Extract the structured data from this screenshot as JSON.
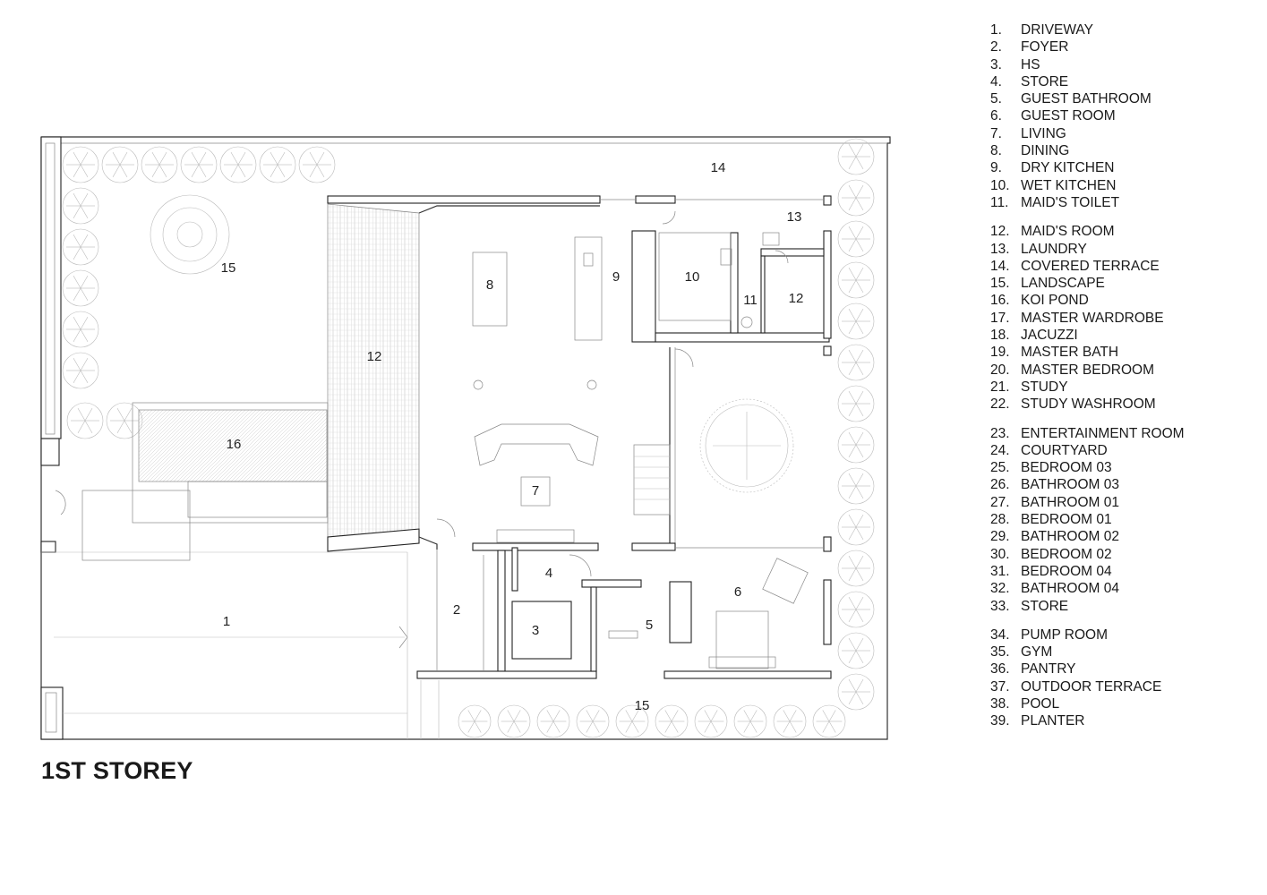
{
  "title": "1ST STOREY",
  "plan_labels": [
    "1",
    "2",
    "3",
    "4",
    "5",
    "6",
    "7",
    "8",
    "9",
    "10",
    "11",
    "12",
    "12",
    "13",
    "14",
    "15",
    "15",
    "16"
  ],
  "legend": [
    [
      {
        "num": "1.",
        "name": "DRIVEWAY"
      },
      {
        "num": "2.",
        "name": "FOYER"
      },
      {
        "num": "3.",
        "name": "HS"
      },
      {
        "num": "4.",
        "name": "STORE"
      },
      {
        "num": "5.",
        "name": "GUEST BATHROOM"
      },
      {
        "num": "6.",
        "name": "GUEST ROOM"
      },
      {
        "num": "7.",
        "name": "LIVING"
      },
      {
        "num": "8.",
        "name": "DINING"
      },
      {
        "num": "9.",
        "name": "DRY KITCHEN"
      },
      {
        "num": "10.",
        "name": "WET KITCHEN"
      },
      {
        "num": "11.",
        "name": "MAID'S TOILET"
      }
    ],
    [
      {
        "num": "12.",
        "name": "MAID'S ROOM"
      },
      {
        "num": "13.",
        "name": "LAUNDRY"
      },
      {
        "num": "14.",
        "name": "COVERED TERRACE"
      },
      {
        "num": "15.",
        "name": "LANDSCAPE"
      },
      {
        "num": "16.",
        "name": "KOI POND"
      },
      {
        "num": "17.",
        "name": "MASTER WARDROBE"
      },
      {
        "num": "18.",
        "name": "JACUZZI"
      },
      {
        "num": "19.",
        "name": "MASTER BATH"
      },
      {
        "num": "20.",
        "name": "MASTER BEDROOM"
      },
      {
        "num": "21.",
        "name": "STUDY"
      },
      {
        "num": "22.",
        "name": "STUDY WASHROOM"
      }
    ],
    [
      {
        "num": "23.",
        "name": "ENTERTAINMENT ROOM"
      },
      {
        "num": "24.",
        "name": "COURTYARD"
      },
      {
        "num": "25.",
        "name": "BEDROOM 03"
      },
      {
        "num": "26.",
        "name": "BATHROOM 03"
      },
      {
        "num": "27.",
        "name": "BATHROOM 01"
      },
      {
        "num": "28.",
        "name": "BEDROOM 01"
      },
      {
        "num": "29.",
        "name": "BATHROOM 02"
      },
      {
        "num": "30.",
        "name": "BEDROOM 02"
      },
      {
        "num": "31.",
        "name": "BEDROOM 04"
      },
      {
        "num": "32.",
        "name": "BATHROOM 04"
      },
      {
        "num": "33.",
        "name": "STORE"
      }
    ],
    [
      {
        "num": "34.",
        "name": "PUMP ROOM"
      },
      {
        "num": "35.",
        "name": "GYM"
      },
      {
        "num": "36.",
        "name": "PANTRY"
      },
      {
        "num": "37.",
        "name": "OUTDOOR TERRACE"
      },
      {
        "num": "38.",
        "name": "POOL"
      },
      {
        "num": "39.",
        "name": "PLANTER"
      }
    ]
  ]
}
